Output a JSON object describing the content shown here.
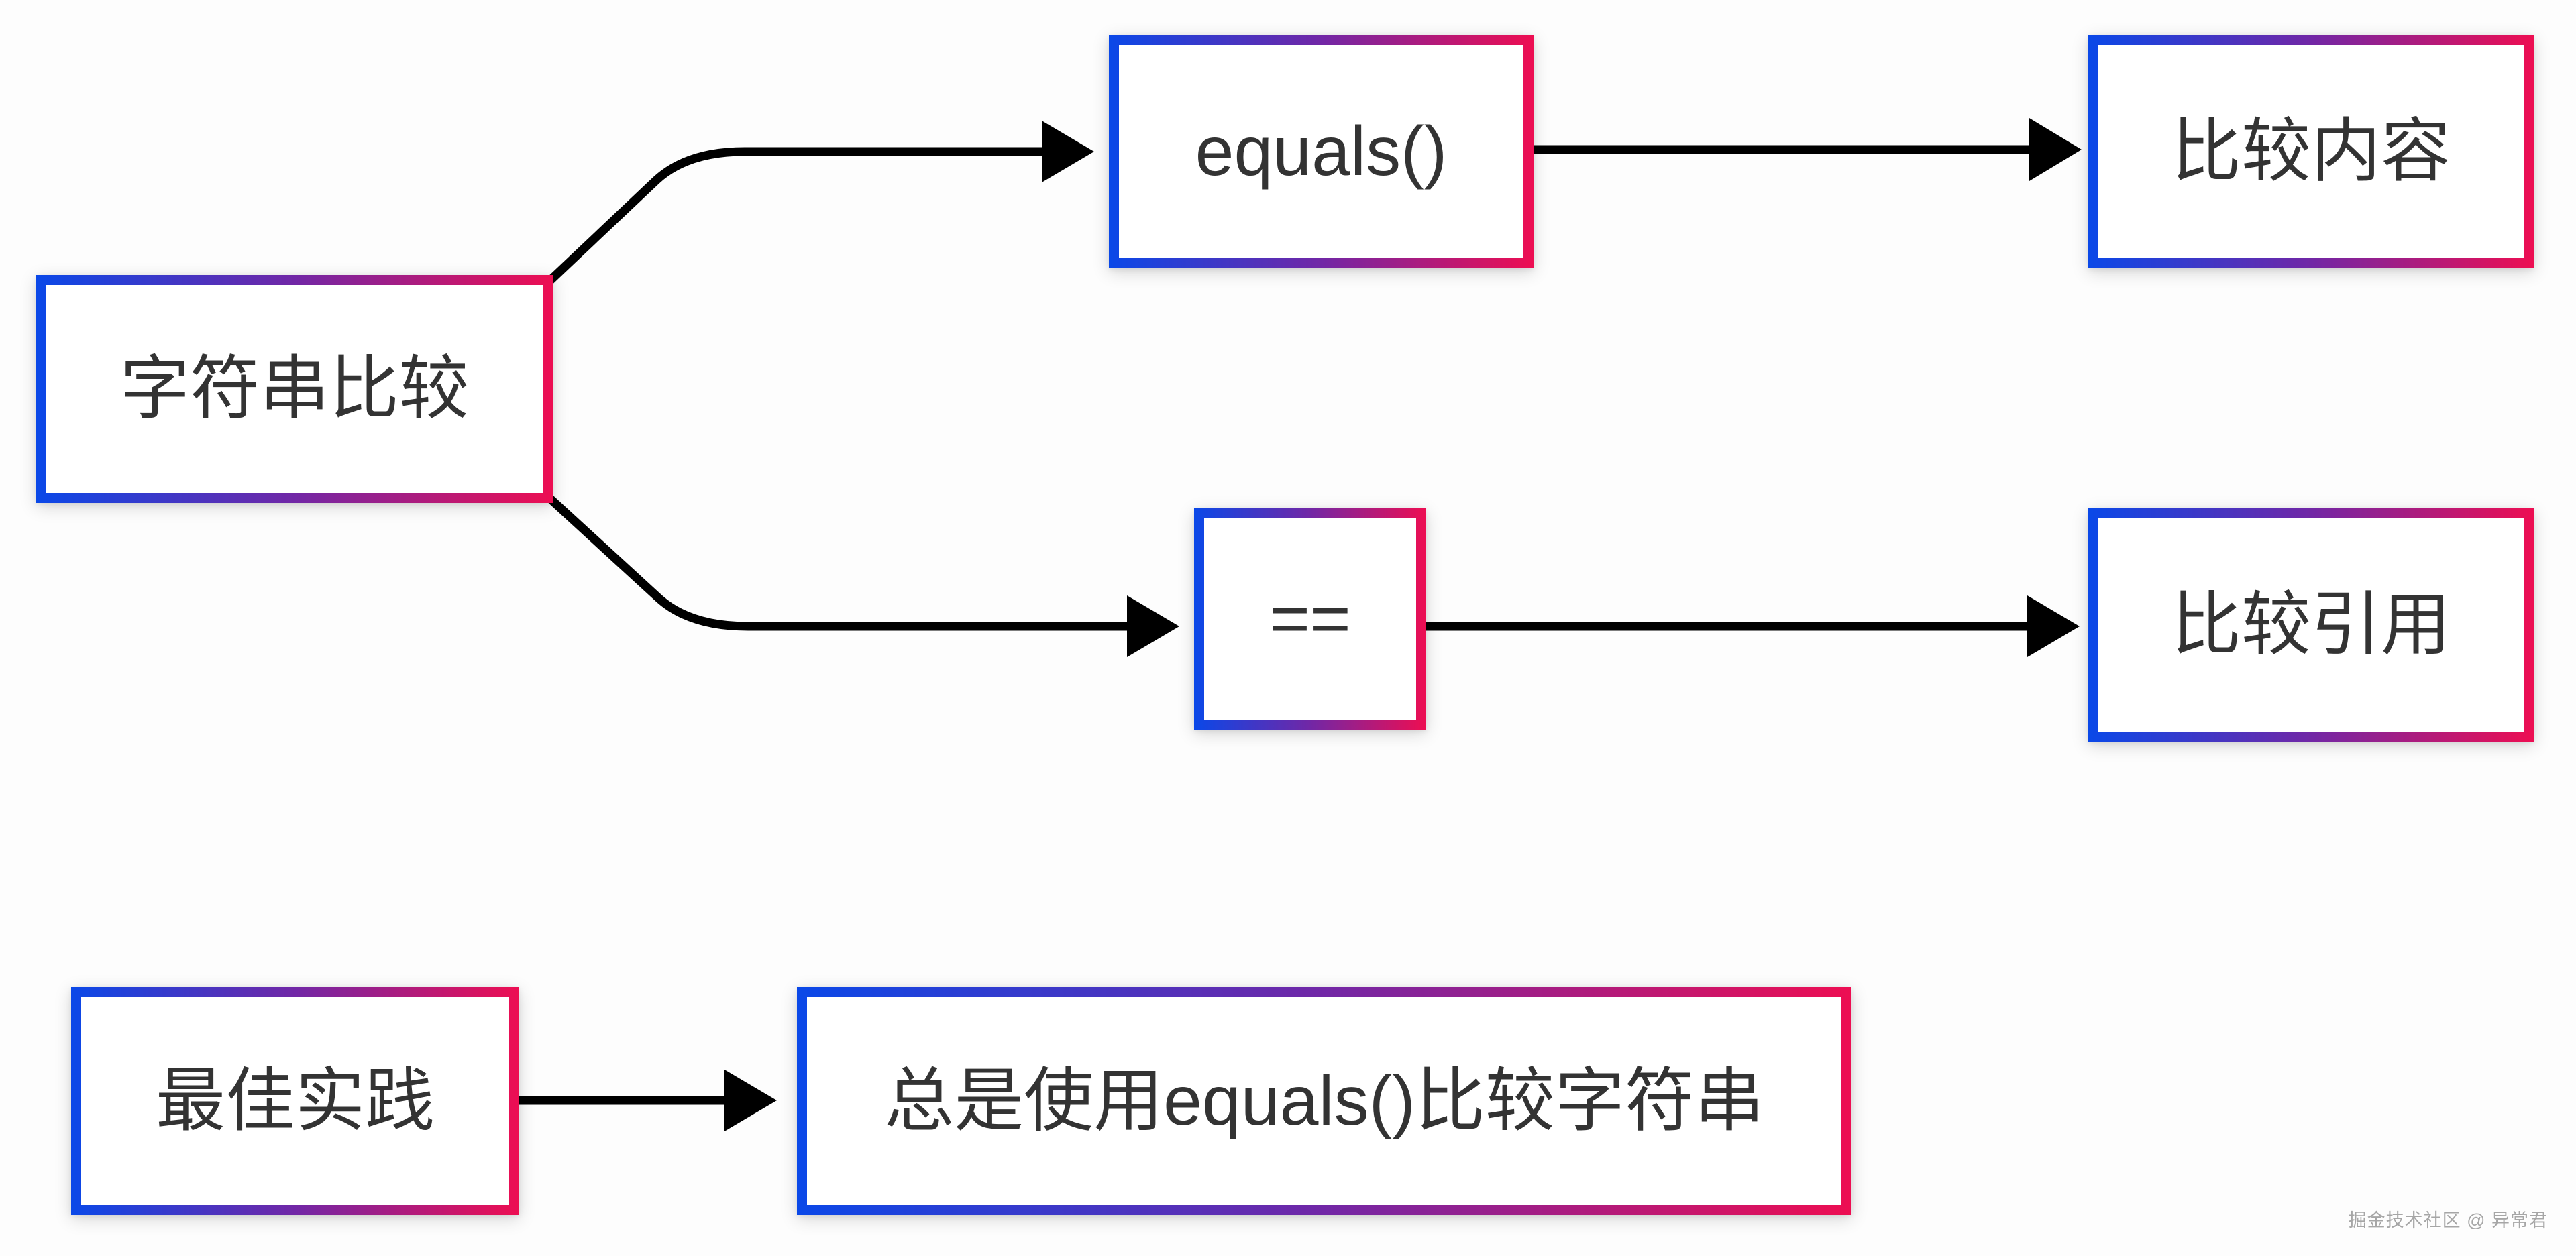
{
  "diagram": {
    "title_context": "String comparison flowchart",
    "colors": {
      "background": "#fdfdfd",
      "node_fill": "#ffffff",
      "border_gradient_from": "#0a48e8",
      "border_gradient_mid": "#7127a6",
      "border_gradient_to": "#ed0e52",
      "arrow": "#000000",
      "text": "#333333",
      "watermark": "#a6a6a6"
    },
    "nodes": [
      {
        "id": "root",
        "label": "字符串比较"
      },
      {
        "id": "equals",
        "label": "equals()"
      },
      {
        "id": "content",
        "label": "比较内容"
      },
      {
        "id": "eqop",
        "label": "=="
      },
      {
        "id": "reference",
        "label": "比较引用"
      },
      {
        "id": "best",
        "label": "最佳实践"
      },
      {
        "id": "advice",
        "label": "总是使用equals()比较字符串"
      }
    ],
    "edges": [
      {
        "from": "root",
        "to": "equals"
      },
      {
        "from": "equals",
        "to": "content"
      },
      {
        "from": "root",
        "to": "eqop"
      },
      {
        "from": "eqop",
        "to": "reference"
      },
      {
        "from": "best",
        "to": "advice"
      }
    ],
    "watermark": "掘金技术社区 @ 异常君"
  }
}
